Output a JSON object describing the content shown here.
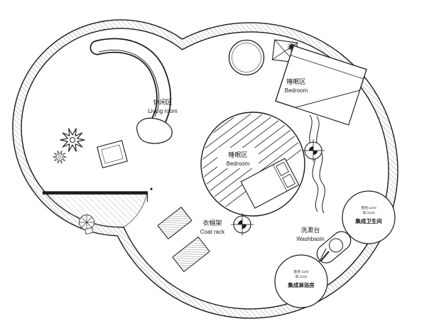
{
  "areas": {
    "living_room": {
      "label_zh": "休闲区",
      "label_en": "Living room"
    },
    "bedroom_upper": {
      "label_zh": "睡眠区",
      "label_en": "Bedroom"
    },
    "bedroom_center": {
      "label_zh": "睡眠区",
      "label_en": "Bedroom"
    },
    "coat_rack": {
      "label_zh": "衣帽架",
      "label_en": "Coat rack"
    },
    "washbasin": {
      "label_zh": "洗漱台",
      "label_en": "Washbasin"
    },
    "bathroom_pod": {
      "label_zh": "集成卫生间",
      "spec_line1": "直径:1100",
      "spec_line2": "高:2150"
    },
    "shower_pod": {
      "label_zh": "集成淋浴房",
      "spec_line1": "直径:1100",
      "spec_line2": "高:2150"
    }
  },
  "colors": {
    "ink": "#1a1a1a",
    "wall_hatch": "#8f8f8f",
    "paper": "#ffffff"
  }
}
